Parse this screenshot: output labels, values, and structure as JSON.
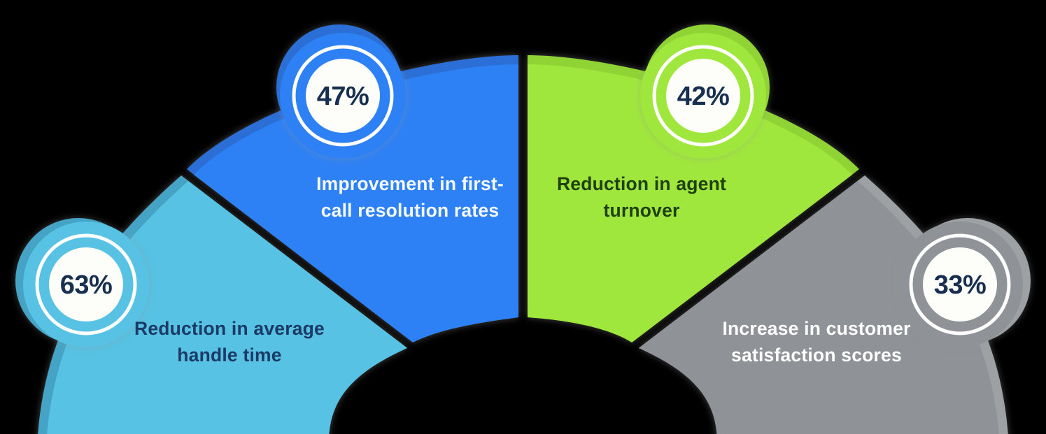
{
  "background_color": "#000000",
  "badge": {
    "ring_color": "#FFFFFF",
    "inner_color": "#FDFDFA",
    "percent_color": "#18304F"
  },
  "stats": [
    {
      "value": "63%",
      "label_line1": "Reduction in average",
      "label_line2": "handle time",
      "color": "#57C2E3",
      "edge_color": "#45A4C6",
      "label_color": "#1B3A66"
    },
    {
      "value": "47%",
      "label_line1": "Improvement in first-",
      "label_line2": "call resolution rates",
      "color": "#2E81F4",
      "edge_color": "#2B6FD6",
      "label_color": "#F4F9FF"
    },
    {
      "value": "42%",
      "label_line1": "Reduction in agent",
      "label_line2": "turnover",
      "color": "#A0E73D",
      "edge_color": "#8FD434",
      "label_color": "#21400F"
    },
    {
      "value": "33%",
      "label_line1": "Increase in customer",
      "label_line2": "satisfaction scores",
      "color": "#8F9296",
      "edge_color": "#9EA1A4",
      "label_color": "#FFFFFF"
    }
  ],
  "chart_data": {
    "type": "pie",
    "subtype": "semicircular-fan-infographic",
    "categories": [
      "Reduction in average handle time",
      "Improvement in first-call resolution rates",
      "Reduction in agent turnover",
      "Increase in customer satisfaction scores"
    ],
    "values": [
      63,
      47,
      42,
      33
    ],
    "unit": "%",
    "title": "",
    "legend": "none",
    "layout": "half-donut arch of four equal 45-degree segments with percentage badges on outer rim"
  }
}
